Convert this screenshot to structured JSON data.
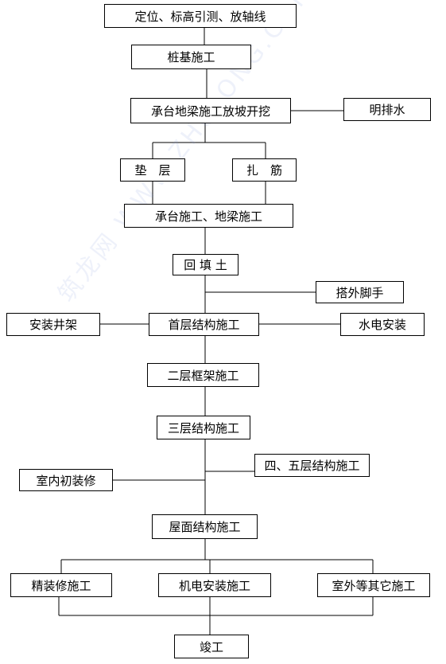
{
  "flowchart": {
    "nodes": {
      "positioning": "定位、标高引测、放轴线",
      "pile_foundation": "桩基施工",
      "excavation": "承台地梁施工放坡开挖",
      "open_drainage": "明排水",
      "cushion": "垫　层",
      "rebar_tying": "扎　筋",
      "cap_beam": "承台施工、地梁施工",
      "backfill": "回 填 土",
      "scaffold": "搭外脚手",
      "hoist": "安装井架",
      "floor1": "首层结构施工",
      "mep_install": "水电安装",
      "floor2": "二层框架施工",
      "floor3": "三层结构施工",
      "floor45": "四、五层结构施工",
      "interior_rough": "室内初装修",
      "roof": "屋面结构施工",
      "fine_finish": "精装修施工",
      "mep_works": "机电安装施工",
      "exterior_other": "室外等其它施工",
      "completion": "竣工"
    },
    "watermark": "筑龙网 WWW.ZHULONG.COM"
  }
}
